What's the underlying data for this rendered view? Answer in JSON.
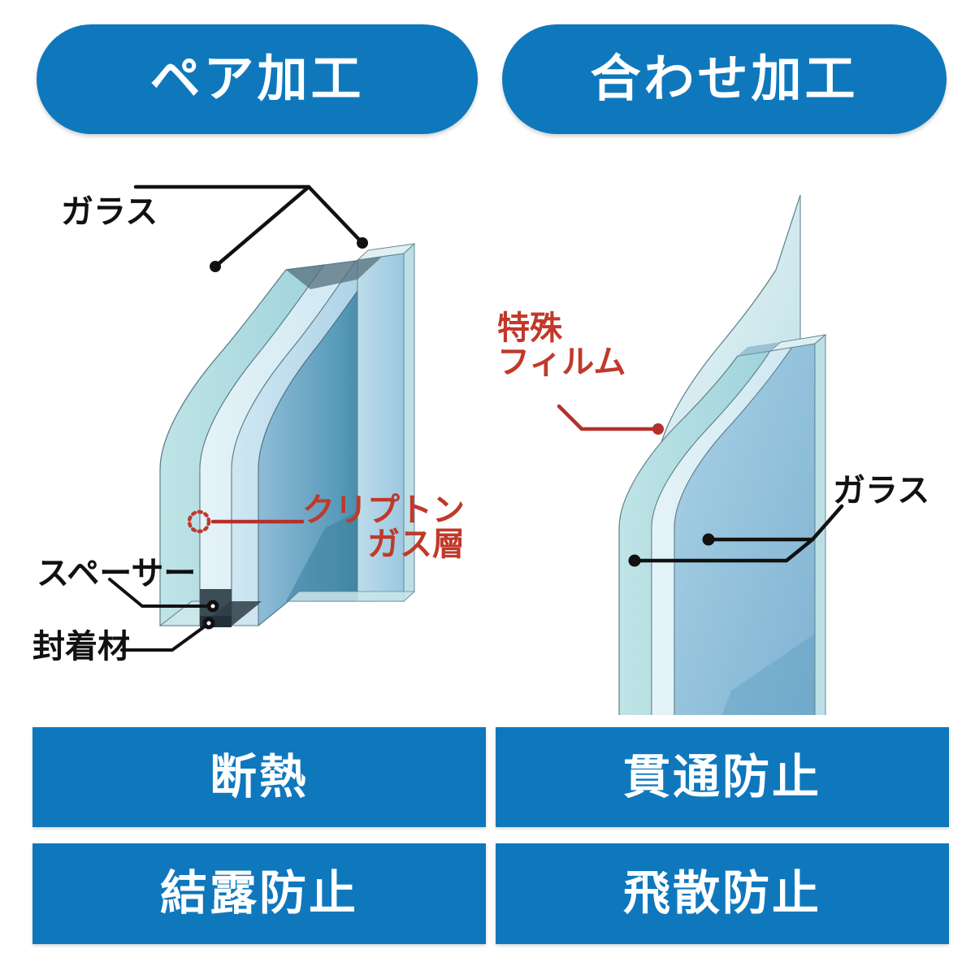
{
  "colors": {
    "brand_blue": "#0f78bd",
    "label_black": "#111111",
    "label_red": "#c0392b",
    "glass_light": "#d3eef1",
    "glass_mid": "#a9d8e4",
    "glass_deep": "#7fb5d3",
    "glass_dark": "#2f6a86",
    "background": "#ffffff"
  },
  "header": {
    "pills": [
      {
        "label": "ペア加工"
      },
      {
        "label": "合わせ加工"
      }
    ]
  },
  "diagrams": {
    "left": {
      "title": "ペア加工",
      "callouts": [
        {
          "id": "glass",
          "text": "ガラス",
          "color": "#111111"
        },
        {
          "id": "spacer",
          "text": "スペーサー",
          "color": "#111111"
        },
        {
          "id": "sealant",
          "text": "封着材",
          "color": "#111111"
        },
        {
          "id": "krypton",
          "text": "クリプトン\nガス層",
          "color": "#c0392b"
        }
      ]
    },
    "right": {
      "title": "合わせ加工",
      "callouts": [
        {
          "id": "film",
          "text": "特殊\nフィルム",
          "color": "#c0392b"
        },
        {
          "id": "glass",
          "text": "ガラス",
          "color": "#111111"
        }
      ]
    }
  },
  "features": [
    {
      "label": "断熱"
    },
    {
      "label": "貫通防止"
    },
    {
      "label": "結露防止"
    },
    {
      "label": "飛散防止"
    }
  ]
}
